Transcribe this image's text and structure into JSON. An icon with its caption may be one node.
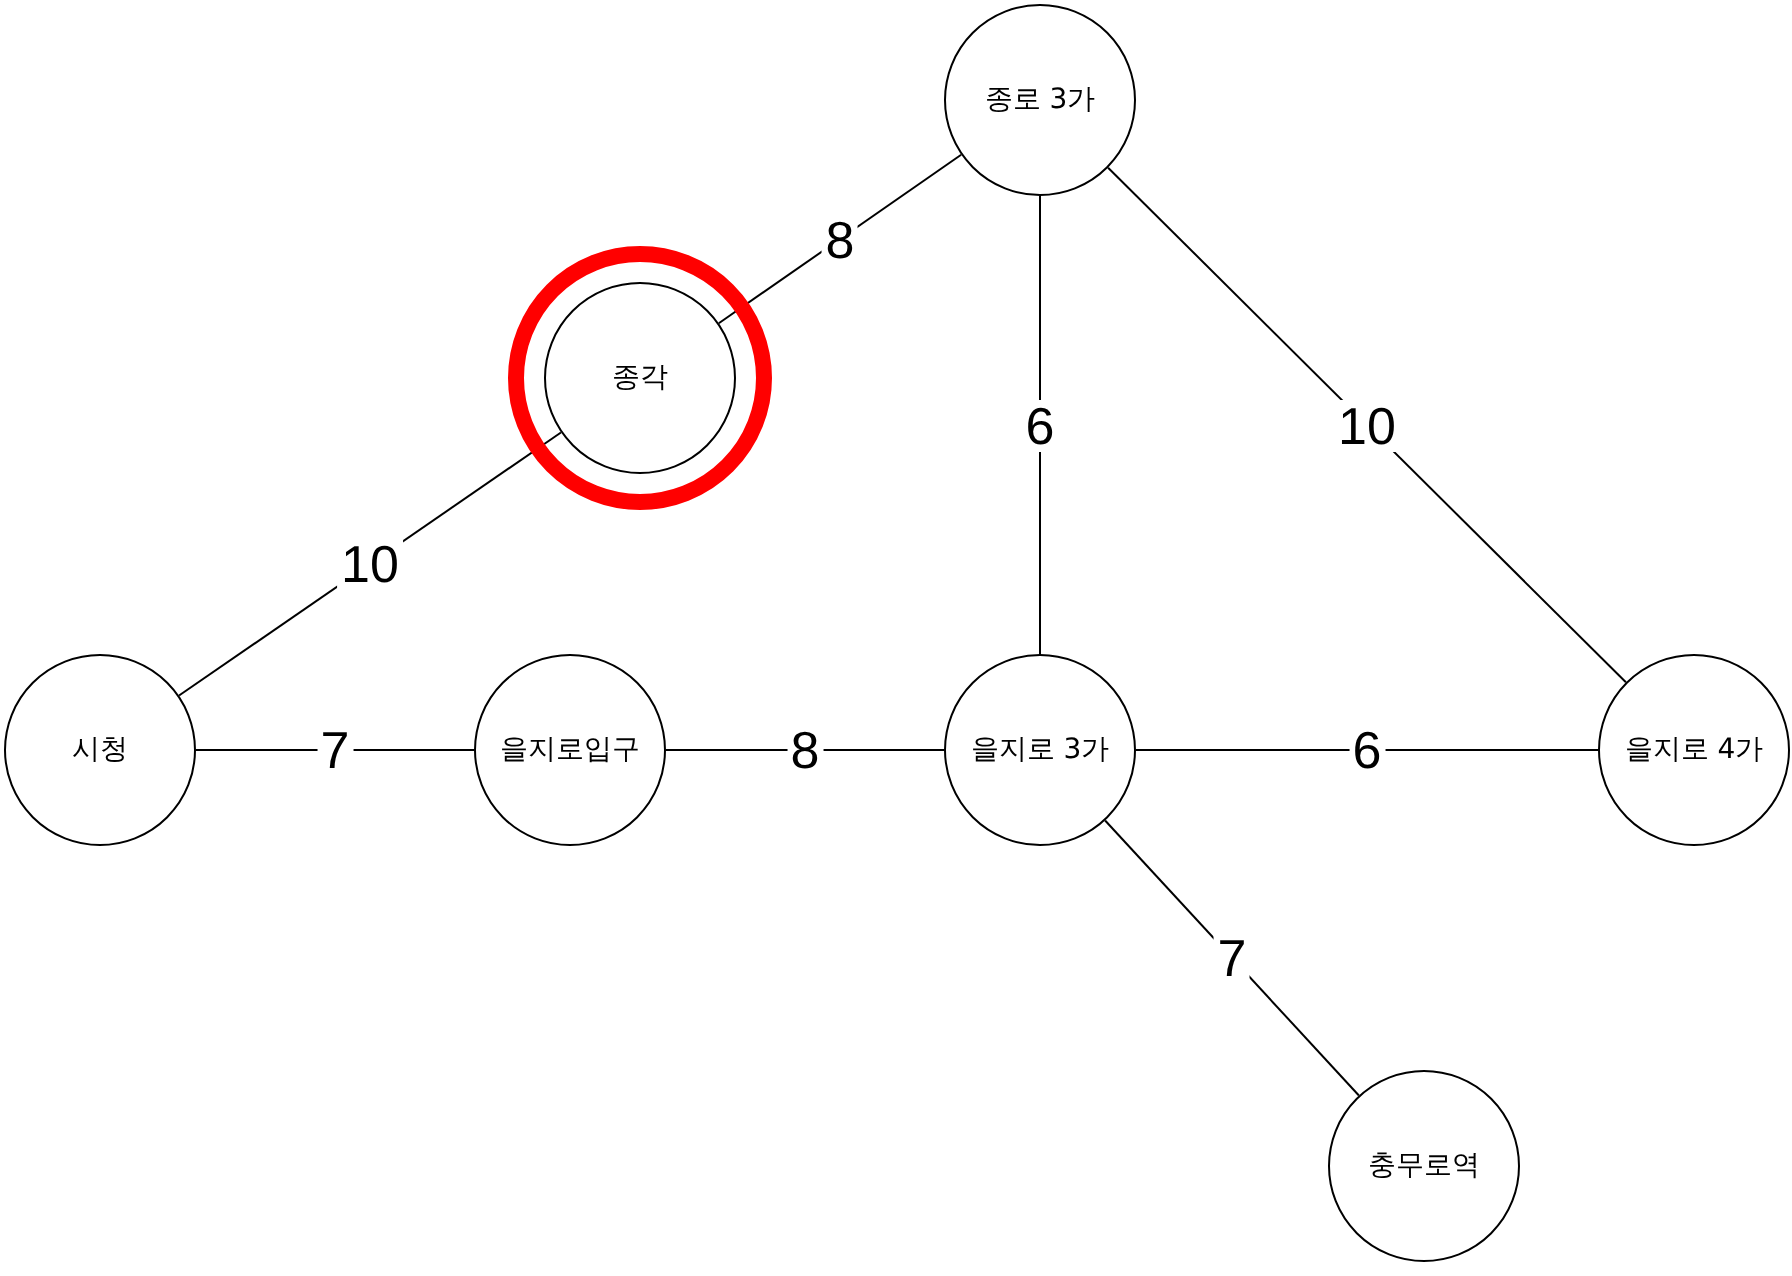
{
  "diagram": {
    "nodes": [
      {
        "text": [
          "종로 3가"
        ]
      },
      {
        "text": [
          "종각"
        ]
      },
      {
        "text": [
          "시청"
        ]
      },
      {
        "text": [
          "을지로입구"
        ]
      },
      {
        "text": [
          "을지로 3가"
        ]
      },
      {
        "text": [
          "을지로 4가"
        ]
      },
      {
        "text": [
          "충무로역"
        ]
      }
    ],
    "edges": [
      {
        "from": 0,
        "to": 1,
        "arrow": "none",
        "label": "8"
      },
      {
        "from": 1,
        "to": 2,
        "arrow": "none",
        "label": "10"
      },
      {
        "from": 2,
        "to": 3,
        "arrow": "none",
        "label": "7"
      },
      {
        "from": 3,
        "to": 4,
        "arrow": "none",
        "label": "8"
      },
      {
        "from": 0,
        "to": 4,
        "arrow": "none",
        "label": "6"
      },
      {
        "from": 0,
        "to": 5,
        "arrow": "none",
        "label": "10"
      },
      {
        "from": 4,
        "to": 5,
        "arrow": "none",
        "label": "6"
      },
      {
        "from": 4,
        "to": 6,
        "arrow": "none",
        "label": "7"
      }
    ]
  }
}
